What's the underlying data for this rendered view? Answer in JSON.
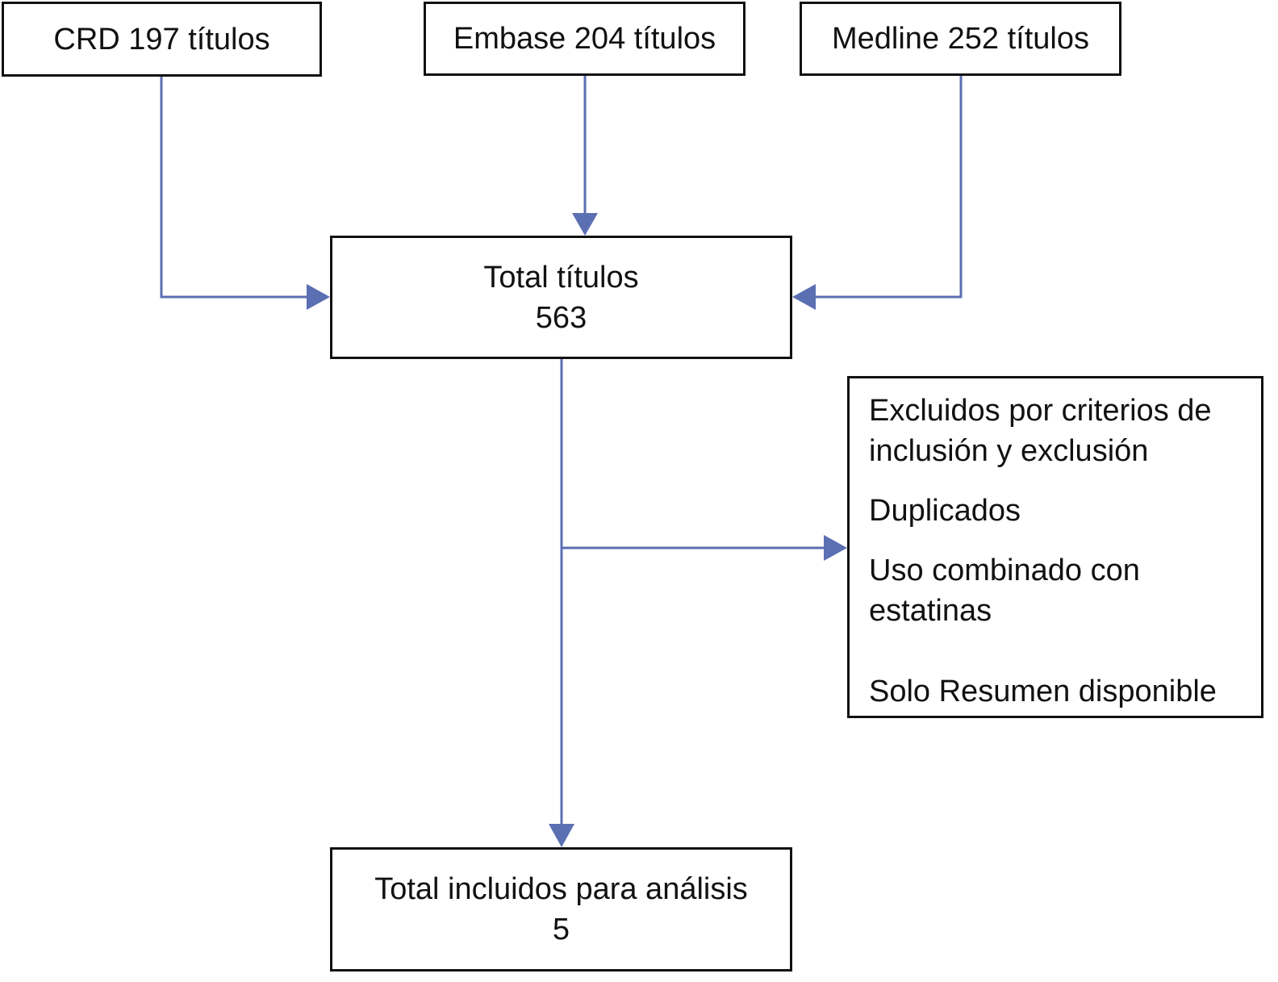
{
  "colors": {
    "connector": "#5b6fb3",
    "border": "#111111",
    "text": "#111111",
    "background": "#ffffff"
  },
  "sources": {
    "crd": "CRD 197 títulos",
    "embase": "Embase 204 títulos",
    "medline": "Medline 252 títulos"
  },
  "total": {
    "label": "Total títulos",
    "value": "563"
  },
  "excluded": {
    "criteria_line1": "Excluidos por criterios de",
    "criteria_line2": "inclusión y exclusión",
    "duplicates": "Duplicados",
    "statins_line1": "Uso combinado con",
    "statins_line2": "estatinas",
    "abstract_only": "Solo Resumen disponible"
  },
  "included": {
    "label": "Total incluidos para análisis",
    "value": "5"
  }
}
